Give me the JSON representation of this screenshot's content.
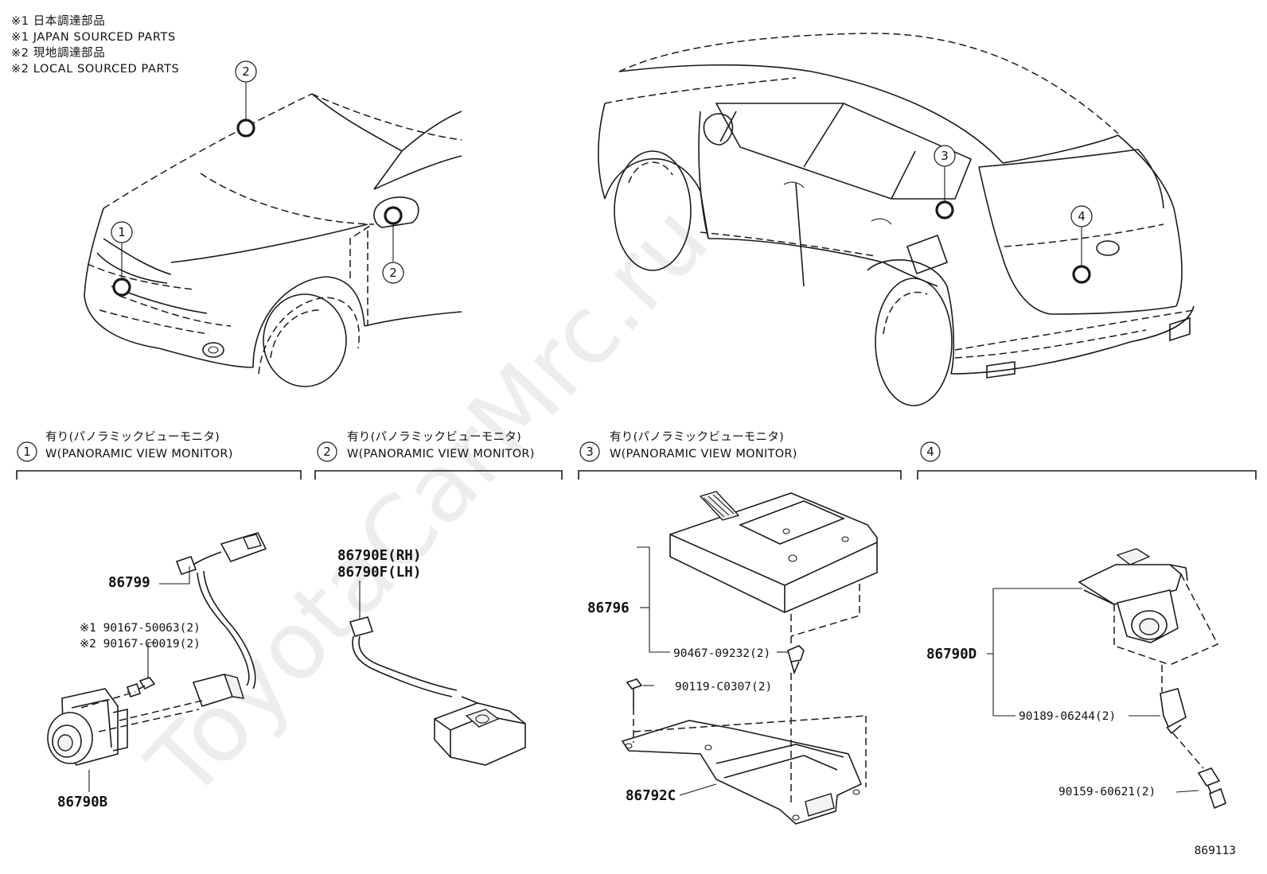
{
  "notes": [
    "※1 日本調達部品",
    "※1 JAPAN SOURCED PARTS",
    "※2 現地調達部品",
    "※2 LOCAL SOURCED PARTS"
  ],
  "watermark": "ToyotaCarMrc.ru",
  "car_callouts": [
    "1",
    "2",
    "2",
    "3",
    "4"
  ],
  "sections": [
    {
      "num": "1",
      "ja": "有り(パノラミックビューモニタ)",
      "en": "W(PANORAMIC VIEW MONITOR)"
    },
    {
      "num": "2",
      "ja": "有り(パノラミックビューモニタ)",
      "en": "W(PANORAMIC VIEW MONITOR)"
    },
    {
      "num": "3",
      "ja": "有り(パノラミックビューモニタ)",
      "en": "W(PANORAMIC VIEW MONITOR)"
    },
    {
      "num": "4",
      "ja": "",
      "en": ""
    }
  ],
  "parts": {
    "p86799": "86799",
    "p90167_a": "※1 90167-50063(2)",
    "p90167_b": "※2 90167-C0019(2)",
    "p86790B": "86790B",
    "p86790E": "86790E(RH)",
    "p86790F": "86790F(LH)",
    "p86796": "86796",
    "p90467": "90467-09232(2)",
    "p90119": "90119-C0307(2)",
    "p86792C": "86792C",
    "p86790D": "86790D",
    "p90189": "90189-06244(2)",
    "p90159": "90159-60621(2)"
  },
  "figure_id": "869113"
}
